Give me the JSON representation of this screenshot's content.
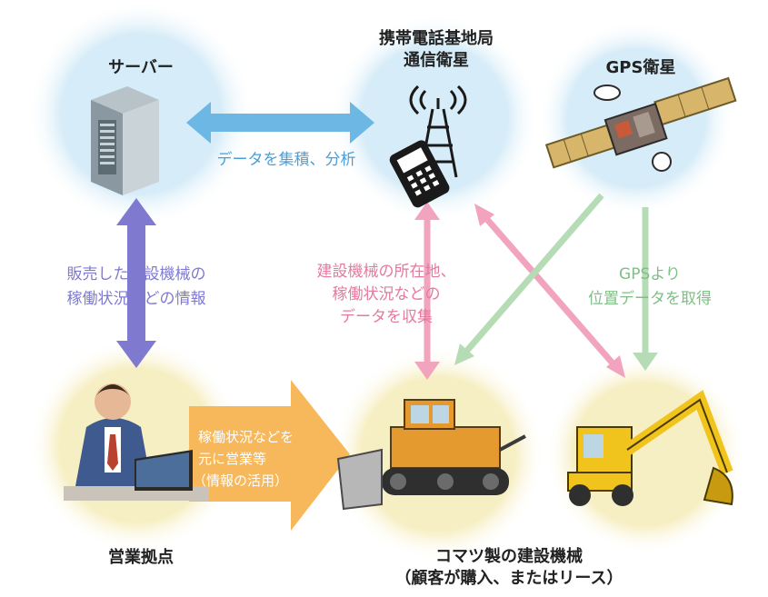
{
  "nodes": {
    "server": "サーバー",
    "tower_line1": "携帯電話基地局",
    "tower_line2": "通信衛星",
    "gps": "GPS衛星",
    "sales_office": "営業拠点",
    "machines_line1": "コマツ製の建設機械",
    "machines_line2": "（顧客が購入、またはリース）"
  },
  "flows": {
    "server_tower": "データを集積、分析",
    "server_sales_line1": "販売した建設機械の",
    "server_sales_line2": "稼働状況などの情報",
    "collect_line1": "建設機械の所在地、",
    "collect_line2": "稼働状況などの",
    "collect_line3": "データを収集",
    "gps_line1": "GPSより",
    "gps_line2": "位置データを取得",
    "sales_line1": "稼働状況などを",
    "sales_line2": "元に営業等",
    "sales_line3": "（情報の活用）"
  },
  "colors": {
    "bubble_blue": "#d6ecf8",
    "bubble_yellow": "#f7efc4",
    "arrow_blue": "#6cb7e4",
    "arrow_purple": "#7f7ad0",
    "arrow_pink": "#f2a3bd",
    "arrow_green": "#b6dcb6",
    "arrow_orange": "#f7b85c"
  }
}
